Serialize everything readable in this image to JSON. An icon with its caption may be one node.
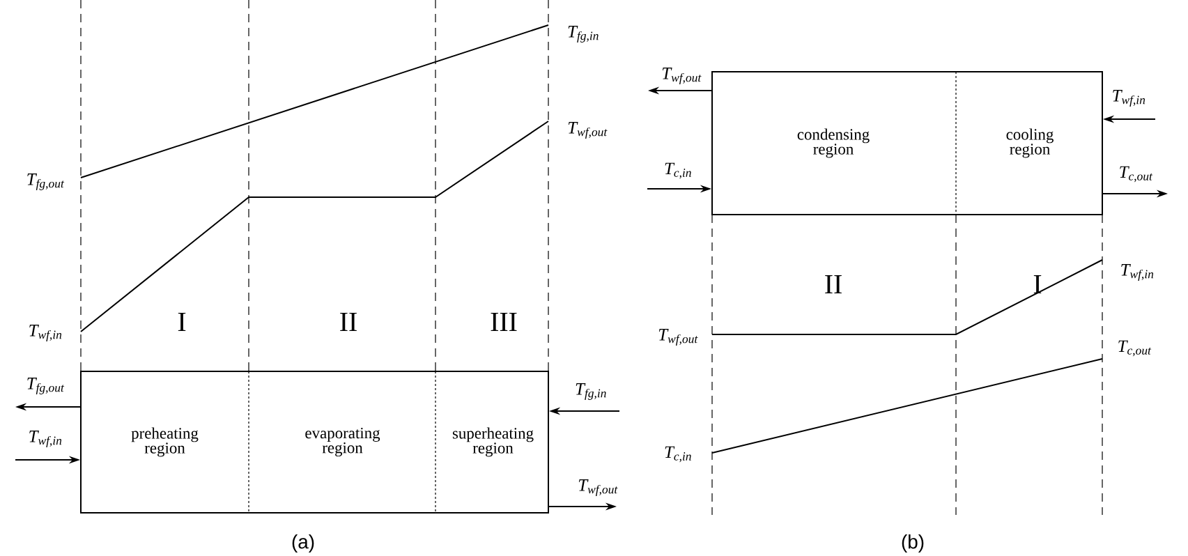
{
  "diagram": {
    "nodes": [
      {
        "text": [],
        "shape": "box"
      },
      {
        "text": [
          "preheating region"
        ],
        "in": 0
      },
      {
        "text": [
          "evaporating region"
        ],
        "in": 0
      },
      {
        "text": [
          "superheating region"
        ],
        "in": 0
      },
      {
        "text": [],
        "shape": "box"
      },
      {
        "text": [
          "condensing region"
        ],
        "in": 4
      },
      {
        "text": [
          "cooling region"
        ],
        "in": 4
      }
    ],
    "edges": [
      {
        "from": 0,
        "to": null,
        "arrow": "to",
        "label": "T$_{fg,out}$"
      },
      {
        "from": null,
        "to": 0,
        "arrow": "to",
        "label": "T$_{wf,in}$"
      },
      {
        "from": null,
        "to": 0,
        "arrow": "to",
        "label": "T$_{fg,in}$"
      },
      {
        "from": 0,
        "to": null,
        "arrow": "to",
        "label": "T$_{wf,out}$"
      },
      {
        "from": 4,
        "to": null,
        "arrow": "to",
        "label": "T$_{wf,out}$"
      },
      {
        "from": null,
        "to": 4,
        "arrow": "to",
        "label": "T$_{c,in}$"
      },
      {
        "from": null,
        "to": 4,
        "arrow": "to",
        "label": "T$_{wf,in}$"
      },
      {
        "from": 4,
        "to": null,
        "arrow": "to",
        "label": "T$_{c,out}$"
      }
    ],
    "labels": [
      "T$_{fg,in}$",
      "T$_{wf,out}$",
      "T$_{fg,out}$",
      "T$_{wf,in}$",
      "I",
      "II",
      "III",
      "II",
      "I",
      "T$_{wf,in}$",
      "T$_{wf,out}$",
      "T$_{c,out}$",
      "T$_{c,in}$",
      "(a)",
      "(b)"
    ]
  }
}
